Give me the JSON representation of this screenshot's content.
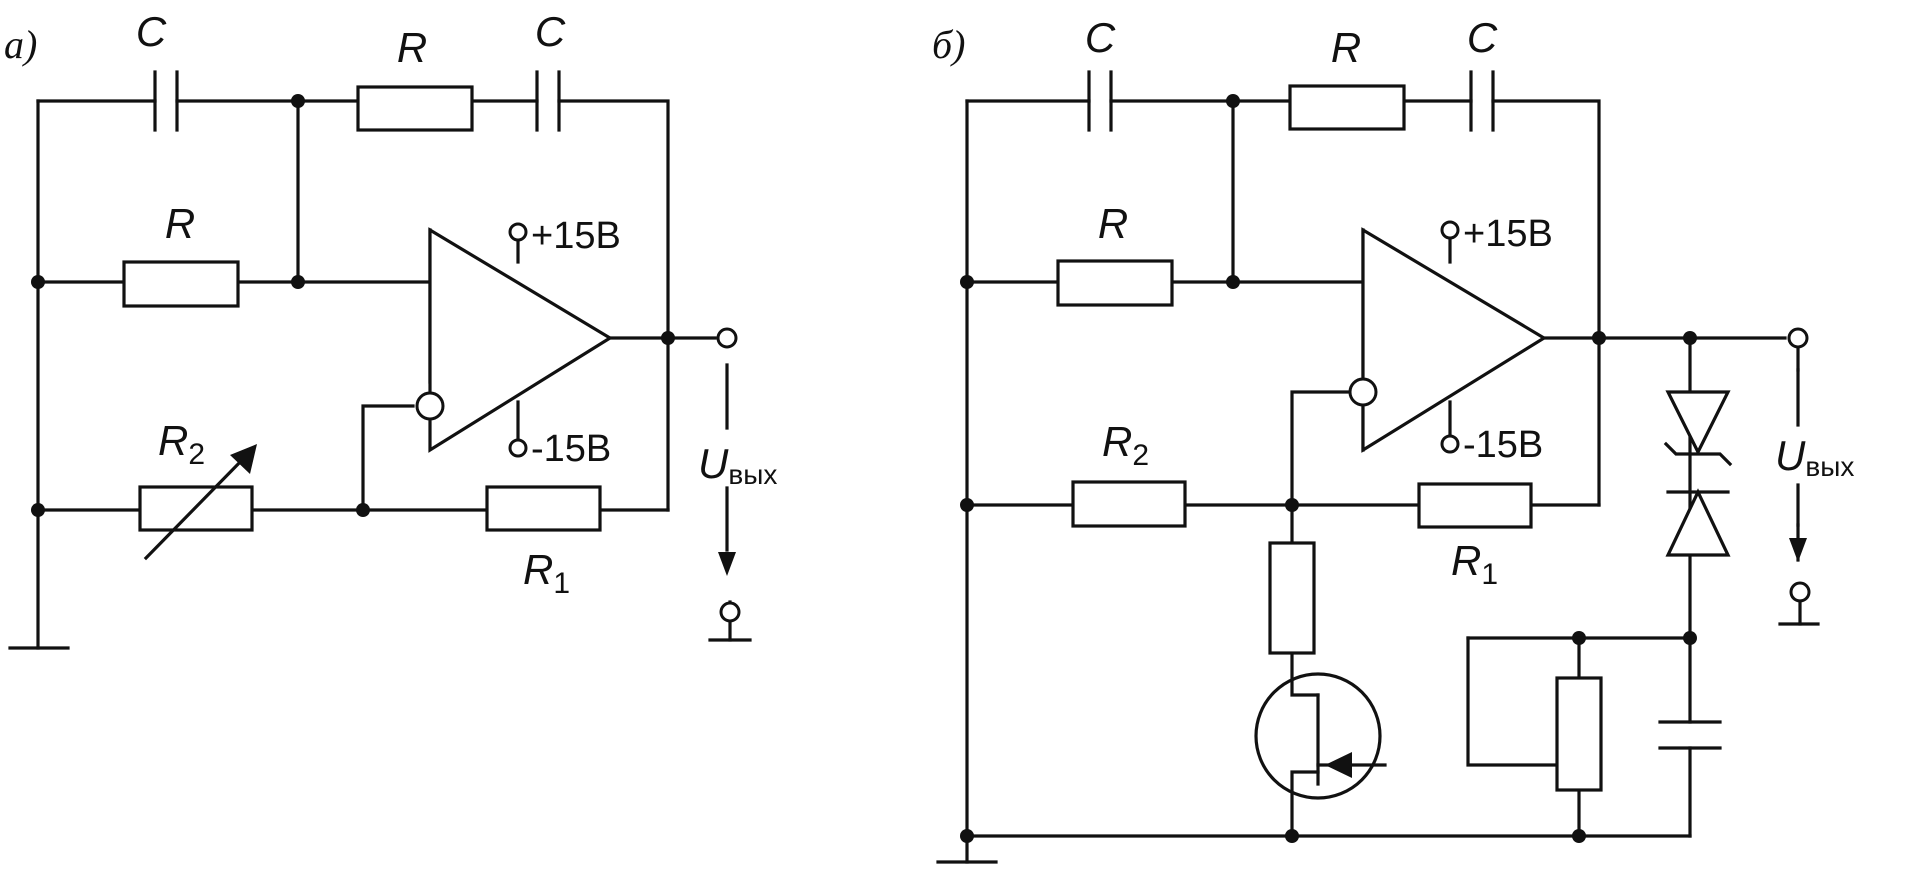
{
  "diagram_a": {
    "panel_label": "а)",
    "c_top_left": "C",
    "r_top": "R",
    "c_top_right": "C",
    "r_mid": "R",
    "r2": {
      "main": "R",
      "sub": "2"
    },
    "r1": {
      "main": "R",
      "sub": "1"
    },
    "vpos": "+15В",
    "vneg": "-15В",
    "uout": {
      "main": "U",
      "sub": "вых"
    }
  },
  "diagram_b": {
    "panel_label": "б)",
    "c_top_left": "C",
    "r_top": "R",
    "c_top_right": "C",
    "r_mid": "R",
    "r2": {
      "main": "R",
      "sub": "2"
    },
    "r1": {
      "main": "R",
      "sub": "1"
    },
    "vpos": "+15В",
    "vneg": "-15В",
    "uout": {
      "main": "U",
      "sub": "вых"
    }
  }
}
